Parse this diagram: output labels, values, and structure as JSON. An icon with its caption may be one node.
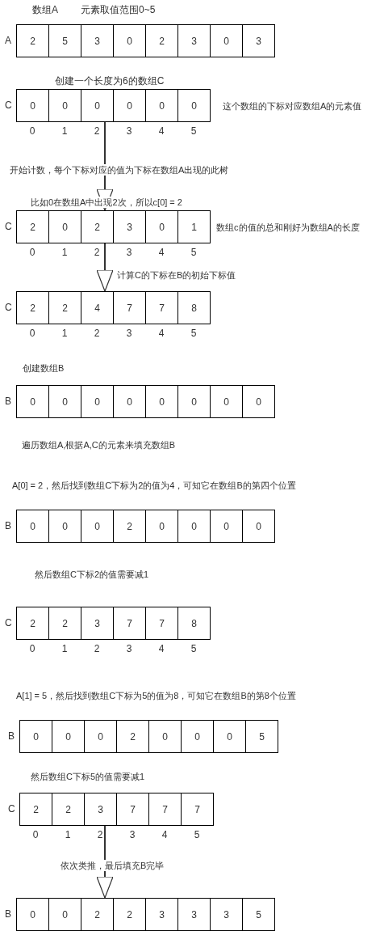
{
  "diagram": {
    "nodes": [
      {
        "text": [
          "2"
        ]
      },
      {
        "text": [
          "5"
        ]
      },
      {
        "text": [
          "3"
        ]
      },
      {
        "text": [
          "0"
        ]
      },
      {
        "text": [
          "2"
        ]
      },
      {
        "text": [
          "3"
        ]
      },
      {
        "text": [
          "0"
        ]
      },
      {
        "text": [
          "3"
        ]
      },
      {
        "text": [
          "0"
        ]
      },
      {
        "text": [
          "0"
        ]
      },
      {
        "text": [
          "0"
        ]
      },
      {
        "text": [
          "0"
        ]
      },
      {
        "text": [
          "0"
        ]
      },
      {
        "text": [
          "0"
        ]
      },
      {
        "text": [
          "2"
        ]
      },
      {
        "text": [
          "0"
        ]
      },
      {
        "text": [
          "2"
        ]
      },
      {
        "text": [
          "3"
        ]
      },
      {
        "text": [
          "0"
        ]
      },
      {
        "text": [
          "1"
        ]
      },
      {
        "text": [
          "2"
        ]
      },
      {
        "text": [
          "2"
        ]
      },
      {
        "text": [
          "4"
        ]
      },
      {
        "text": [
          "7"
        ]
      },
      {
        "text": [
          "7"
        ]
      },
      {
        "text": [
          "8"
        ]
      },
      {
        "text": [
          "0"
        ]
      },
      {
        "text": [
          "0"
        ]
      },
      {
        "text": [
          "0"
        ]
      },
      {
        "text": [
          "0"
        ]
      },
      {
        "text": [
          "0"
        ]
      },
      {
        "text": [
          "0"
        ]
      },
      {
        "text": [
          "0"
        ]
      },
      {
        "text": [
          "0"
        ]
      },
      {
        "text": [
          "0"
        ]
      },
      {
        "text": [
          "0"
        ]
      },
      {
        "text": [
          "0"
        ]
      },
      {
        "text": [
          "2"
        ]
      },
      {
        "text": [
          "0"
        ]
      },
      {
        "text": [
          "0"
        ]
      },
      {
        "text": [
          "0"
        ]
      },
      {
        "text": [
          "0"
        ]
      },
      {
        "text": [
          "2"
        ]
      },
      {
        "text": [
          "2"
        ]
      },
      {
        "text": [
          "3"
        ]
      },
      {
        "text": [
          "7"
        ]
      },
      {
        "text": [
          "7"
        ]
      },
      {
        "text": [
          "8"
        ]
      },
      {
        "text": [
          "0"
        ]
      },
      {
        "text": [
          "0"
        ]
      },
      {
        "text": [
          "0"
        ]
      },
      {
        "text": [
          "2"
        ]
      },
      {
        "text": [
          "0"
        ]
      },
      {
        "text": [
          "0"
        ]
      },
      {
        "text": [
          "0"
        ]
      },
      {
        "text": [
          "5"
        ]
      },
      {
        "text": [
          "2"
        ]
      },
      {
        "text": [
          "2"
        ]
      },
      {
        "text": [
          "3"
        ]
      },
      {
        "text": [
          "7"
        ]
      },
      {
        "text": [
          "7"
        ]
      },
      {
        "text": [
          "7"
        ]
      },
      {
        "text": [
          "0"
        ]
      },
      {
        "text": [
          "0"
        ]
      },
      {
        "text": [
          "2"
        ]
      },
      {
        "text": [
          "2"
        ]
      },
      {
        "text": [
          "3"
        ]
      },
      {
        "text": [
          "3"
        ]
      },
      {
        "text": [
          "3"
        ]
      },
      {
        "text": [
          "5"
        ]
      }
    ],
    "edges": [
      {
        "from": 10,
        "to": 16,
        "arrow": "to"
      },
      {
        "from": 16,
        "to": 22,
        "arrow": "to"
      },
      {
        "from": 58,
        "to": 64,
        "arrow": "to"
      }
    ],
    "labels": [
      "数组A",
      "元素取值范围0~5",
      "A",
      "创建一个长度为6的数组C",
      "C",
      "这个数组的下标对应数组A的元素值",
      "0",
      "1",
      "2",
      "3",
      "4",
      "5",
      "开始计数，每个下标对应的值为下标在数组A出现的此树",
      "比如0在数组A中出现2次，所以c[0] = 2",
      "C",
      "数组c的值的总和刚好为数组A的长度",
      "0",
      "1",
      "2",
      "3",
      "4",
      "5",
      "计算C的下标在B的初始下标值",
      "C",
      "0",
      "1",
      "2",
      "3",
      "4",
      "5",
      "创建数组B",
      "B",
      "遍历数组A,根据A,C的元素来填充数组B",
      "A[0] = 2，然后找到数组C下标为2的值为4，可知它在数组B的第四个位置",
      "B",
      "然后数组C下标2的值需要减1",
      "C",
      "0",
      "1",
      "2",
      "3",
      "4",
      "5",
      "A[1] = 5，然后找到数组C下标为5的值为8，可知它在数组B的第8个位置",
      "B",
      "然后数组C下标5的值需要减1",
      "C",
      "0",
      "1",
      "2",
      "3",
      "4",
      "5",
      "依次类推，最后填充B完毕",
      "B"
    ]
  }
}
